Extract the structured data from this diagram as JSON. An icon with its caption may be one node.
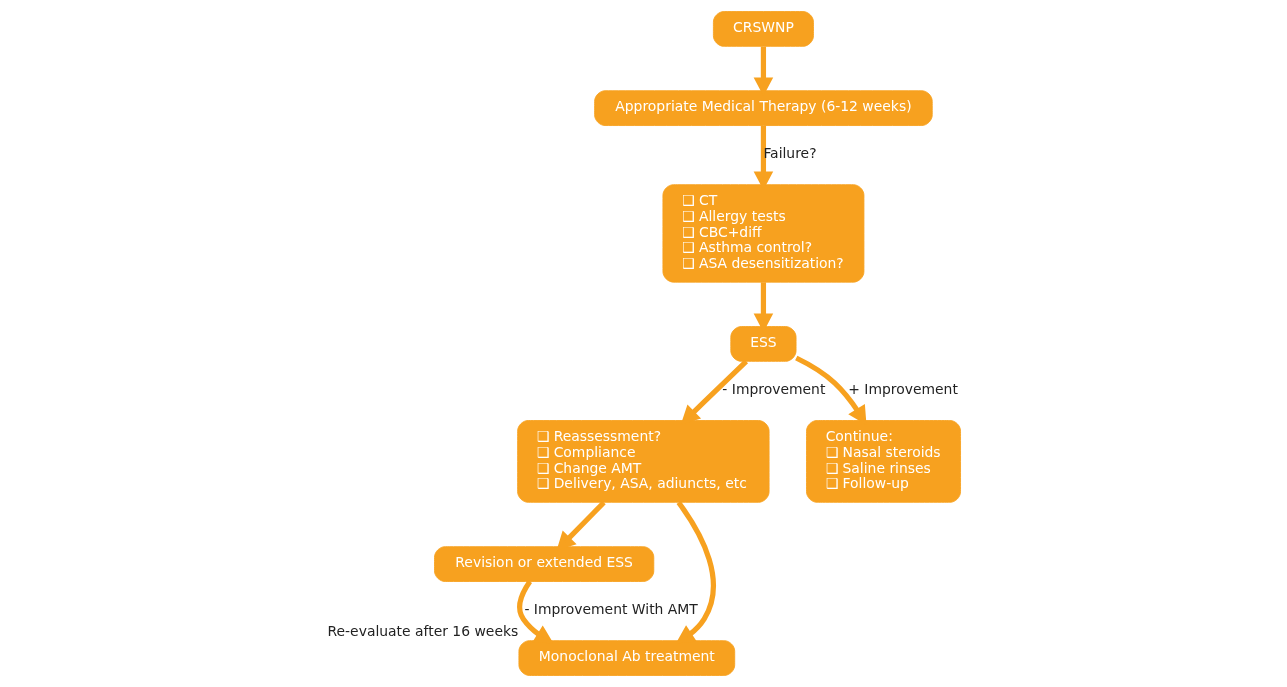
{
  "diagram": {
    "nodes": [
      {
        "text": [
          "CRSWNP"
        ]
      },
      {
        "text": [
          "Appropriate Medical Therapy (6-12 weeks)"
        ]
      },
      {
        "text": [
          "❑ CT",
          "❑ Allergy tests",
          "❑ CBC+diff",
          "❑ Asthma control?",
          "❑ ASA desensitization?"
        ]
      },
      {
        "text": [
          "ESS"
        ]
      },
      {
        "text": [
          "Revision or extended ESS"
        ]
      },
      {
        "text": [
          "Monoclonal Ab treatment"
        ],
        "beside": [
          "Re-evaluate after 16 weeks"
        ]
      },
      {
        "text": [
          "❑ Reassessment?",
          "❑ Compliance",
          "❑ Change AMT",
          "❑ Delivery, ASA, adiuncts, etc"
        ]
      },
      {
        "text": [
          "Continue:",
          "❑ Nasal steroids",
          "❑ Saline rinses",
          "❑ Follow-up"
        ]
      }
    ],
    "edges": [
      {
        "from": 0,
        "to": 1,
        "arrow": "to"
      },
      {
        "from": 1,
        "to": 2,
        "arrow": "to",
        "label": "Failure?"
      },
      {
        "from": 2,
        "to": 3,
        "arrow": "to"
      },
      {
        "from": 3,
        "to": 6,
        "arrow": "to",
        "label": "- Improvement"
      },
      {
        "from": 3,
        "to": 7,
        "arrow": "to",
        "label": "+ Improvement"
      },
      {
        "from": 6,
        "to": 5,
        "arrow": "to"
      },
      {
        "from": 6,
        "to": 4,
        "arrow": "to"
      },
      {
        "from": 4,
        "to": 5,
        "arrow": "to",
        "label": "- Improvement With AMT"
      }
    ]
  }
}
